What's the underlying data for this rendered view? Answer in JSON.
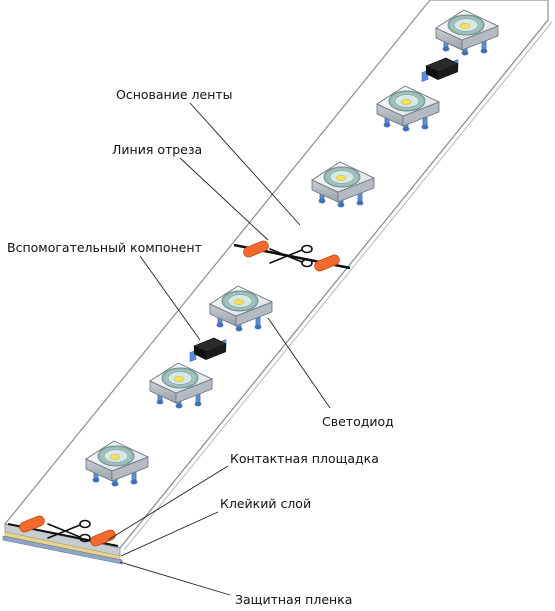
{
  "labels": {
    "tape_base": "Основание ленты",
    "cut_line": "Линия отреза",
    "aux_component": "Вспомогательный компонент",
    "led": "Светодиод",
    "contact_pad": "Контактная площадка",
    "adhesive_layer": "Клейкий слой",
    "protective_film": "Защитная пленка"
  },
  "colors": {
    "strip_fill": "#ffffff",
    "strip_edge": "#8a8f96",
    "pad_orange": "#f26a2c",
    "led_body": "#eef0f2",
    "led_lens": "#bcd6d4",
    "led_chip": "#f4e15a",
    "pin_blue": "#5b8fd8",
    "resistor_black": "#141414",
    "leader_line": "#222222"
  },
  "icons": {
    "cut_marker": "scissors-icon"
  }
}
